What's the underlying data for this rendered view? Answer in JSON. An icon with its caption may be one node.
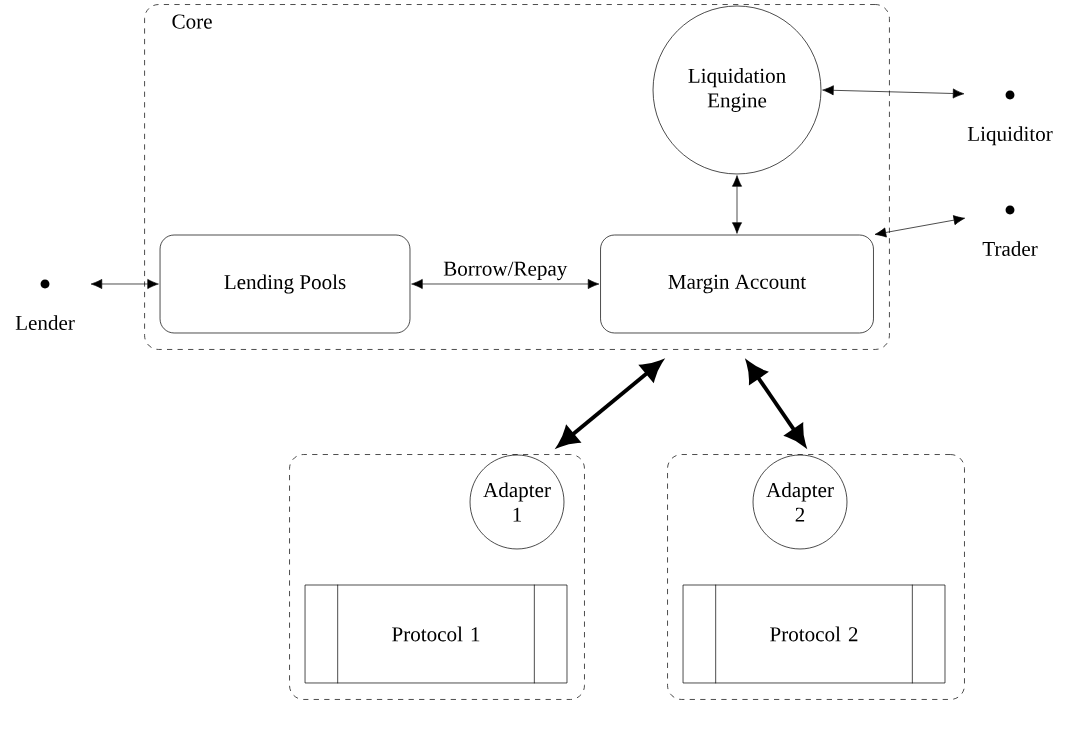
{
  "diagram": {
    "nodes": [
      {
        "text": [
          "Core"
        ]
      },
      {
        "text": [
          "Liquidation Engine"
        ],
        "in": 0
      },
      {
        "text": [
          "Lending Pools"
        ],
        "in": 0
      },
      {
        "text": [
          "Margin Account"
        ],
        "in": 0
      },
      {
        "text": [],
        "shape": "circle",
        "beside": [
          "Liquiditor"
        ]
      },
      {
        "text": [],
        "shape": "circle",
        "beside": [
          "Trader"
        ]
      },
      {
        "text": [],
        "shape": "circle",
        "beside": [
          "Lender"
        ]
      },
      {
        "text": [],
        "shape": "box"
      },
      {
        "text": [
          "Adapter 1"
        ],
        "in": 7
      },
      {
        "text": [
          "Protocol 1"
        ],
        "in": 7
      },
      {
        "text": [],
        "shape": "box"
      },
      {
        "text": [
          "Adapter 2"
        ],
        "in": 10
      },
      {
        "text": [
          "Protocol 2"
        ],
        "in": 10
      }
    ],
    "edges": [
      {
        "from": 1,
        "to": 4,
        "arrow": "both"
      },
      {
        "from": 3,
        "to": 5,
        "arrow": "both"
      },
      {
        "from": 6,
        "to": 2,
        "arrow": "both"
      },
      {
        "from": 2,
        "to": 3,
        "arrow": "both",
        "label": "Borrow/Repay"
      },
      {
        "from": 1,
        "to": 3,
        "arrow": "both"
      },
      {
        "from": 3,
        "to": 7,
        "arrow": "both",
        "style": "thick"
      },
      {
        "from": 3,
        "to": 10,
        "arrow": "both",
        "style": "thick"
      }
    ]
  }
}
